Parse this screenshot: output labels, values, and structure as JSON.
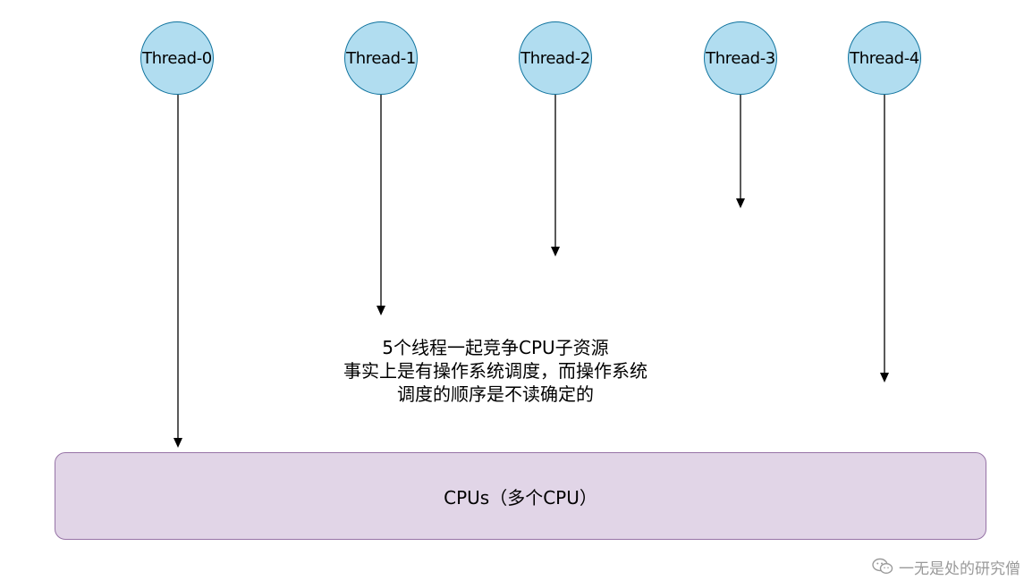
{
  "threads": [
    {
      "label": "Thread-0"
    },
    {
      "label": "Thread-1"
    },
    {
      "label": "Thread-2"
    },
    {
      "label": "Thread-3"
    },
    {
      "label": "Thread-4"
    }
  ],
  "note": {
    "line1": "5个线程一起竞争CPU子资源",
    "line2": "事实上是有操作系统调度，而操作系统",
    "line3": "调度的顺序是不读确定的"
  },
  "cpu_box": {
    "label": "CPUs（多个CPU）"
  },
  "watermark": {
    "text": "一无是处的研究僧",
    "icon": "wechat-icon"
  },
  "colors": {
    "thread_fill": "#b1ddf0",
    "thread_stroke": "#10739e",
    "cpu_fill": "#e1d5e7",
    "cpu_stroke": "#9673a6",
    "arrow": "#000000"
  }
}
